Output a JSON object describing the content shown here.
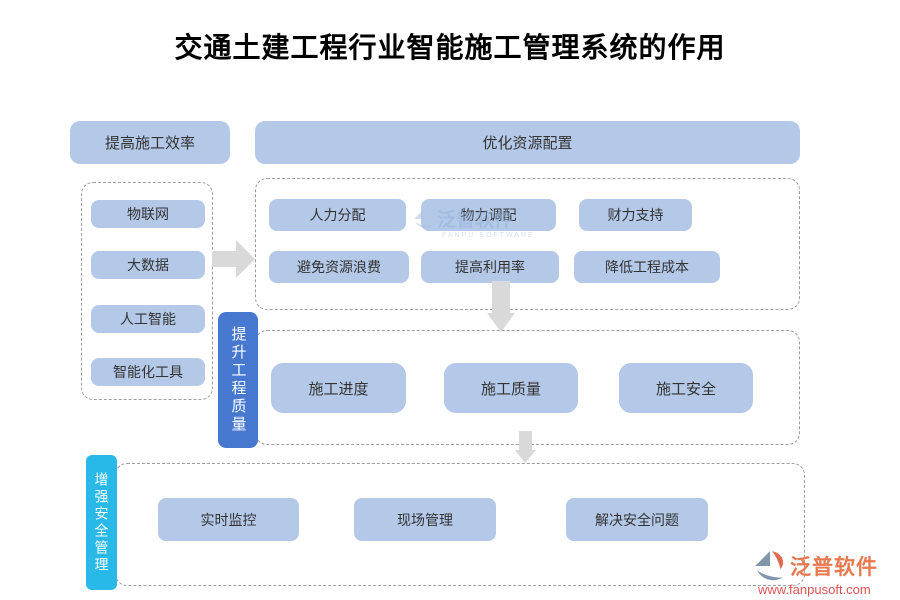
{
  "title": "交通土建工程行业智能施工管理系统的作用",
  "banners": {
    "efficiency": "提高施工效率",
    "resources": "优化资源配置"
  },
  "tech_group": {
    "items": [
      "物联网",
      "大数据",
      "人工智能",
      "智能化工具"
    ]
  },
  "resource_group": {
    "items": [
      "人力分配",
      "物力调配",
      "财力支持",
      "避免资源浪费",
      "提高利用率",
      "降低工程成本"
    ]
  },
  "quality_group": {
    "label": "提升工程质量",
    "items": [
      "施工进度",
      "施工质量",
      "施工安全"
    ]
  },
  "safety_group": {
    "label": "增强安全管理",
    "items": [
      "实时监控",
      "现场管理",
      "解决安全问题"
    ]
  },
  "watermark": {
    "text": "泛普软件",
    "caption": "FANPU SOFTWARE"
  },
  "logo": {
    "text": "泛普软件",
    "url": "www.fanpusoft.com"
  },
  "colors": {
    "item_fill": "#B4C8E8",
    "quality_accent": "#4678D0",
    "safety_accent": "#29B9E8",
    "arrow": "#D9D9D9",
    "logo_orange": "#E8794F",
    "logo_red": "#E05555"
  }
}
